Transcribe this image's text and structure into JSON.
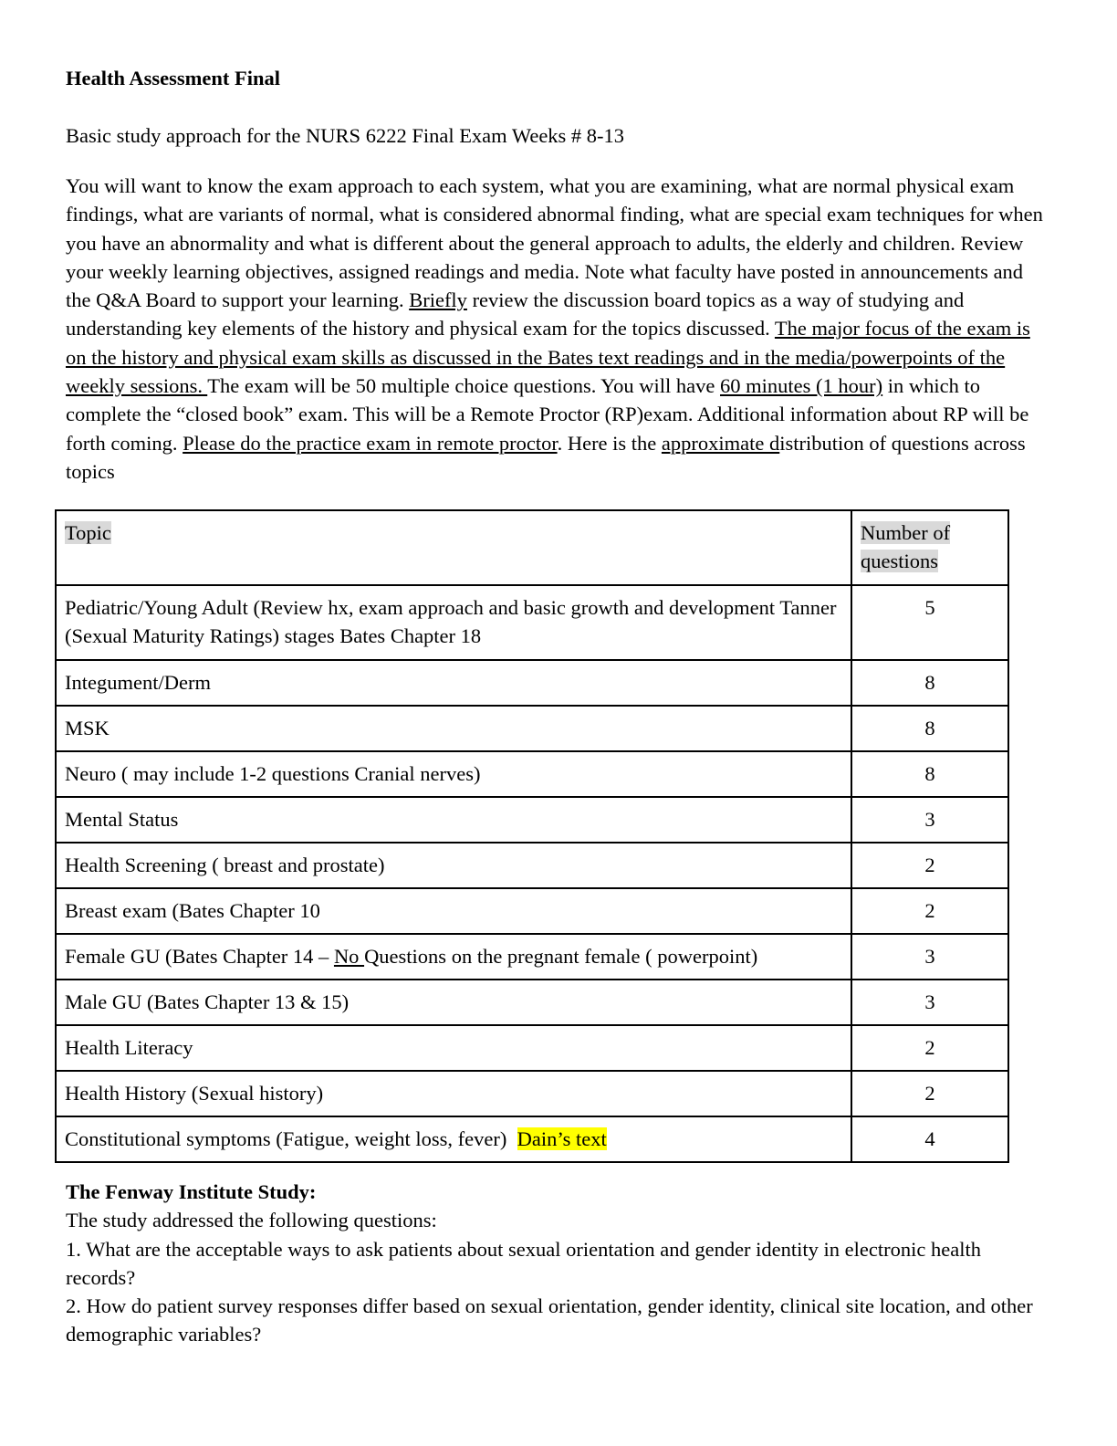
{
  "document": {
    "title": "Health Assessment Final",
    "subtitle": "Basic study approach for the NURS 6222 Final Exam Weeks # 8-13",
    "intro": {
      "p1": "You will want to know the exam approach to each system, what you are examining, what are normal physical exam findings, what are variants of normal, what is considered abnormal finding, what are special exam techniques for when you have an abnormality and what is different about the general approach to adults, the elderly and children. Review your weekly learning objectives, assigned readings and media. Note what faculty have posted in announcements and the Q&A Board to support your learning. ",
      "briefly": "Briefly",
      "p2": " review the discussion board topics as a way of studying and understanding key elements of the history and physical exam for the topics discussed. ",
      "major_focus": "The major focus of the exam is on the history and physical exam skills as discussed in the Bates text readings  and in the media/powerpoints of the weekly sessions. ",
      "p3": "The exam will be 50 multiple choice questions.  You will have ",
      "time": "60 minutes (1 hour)",
      "p4": " in which to complete the “closed book” exam.  This will be a Remote Proctor (RP)exam. Additional information about RP will be forth coming.  ",
      "practice": "Please do the practice exam in remote proctor",
      "p5": ". Here is the ",
      "approx": "approximate d",
      "p6": "istribution of questions across topics"
    },
    "table": {
      "header": {
        "topic": "Topic",
        "count": "Number of questions"
      },
      "rows": [
        {
          "topic": "Pediatric/Young Adult (Review hx, exam approach and basic growth and development Tanner (Sexual Maturity Ratings) stages Bates Chapter 18",
          "count": "5"
        },
        {
          "topic": "Integument/Derm",
          "count": "8"
        },
        {
          "topic": "MSK",
          "count": "8"
        },
        {
          "topic": "Neuro ( may include 1-2 questions Cranial nerves)",
          "count": "8"
        },
        {
          "topic": "Mental Status",
          "count": "3"
        },
        {
          "topic": "Health Screening ( breast and prostate)",
          "count": "2"
        },
        {
          "topic": "Breast exam   (Bates Chapter 10",
          "count": "2"
        },
        {
          "topic_pre": "Female GU  (Bates Chapter 14 – ",
          "topic_no": "No ",
          "topic_post": " Questions on the pregnant female ( powerpoint)",
          "count": "3"
        },
        {
          "topic": "Male GU (Bates Chapter 13 & 15)",
          "count": "3"
        },
        {
          "topic": "Health Literacy",
          "count": "2"
        },
        {
          "topic": "Health History (Sexual history)",
          "count": "2"
        },
        {
          "topic": "Constitutional symptoms (Fatigue, weight loss, fever)  ",
          "highlight": "Dain’s text",
          "count": "4"
        }
      ]
    },
    "fenway": {
      "title": "The Fenway Institute Study:",
      "lead": "The study addressed the following questions:",
      "q1": "1. What are the acceptable ways to ask patients about sexual orientation and gender identity in electronic health records?",
      "q2": "2. How do patient survey responses differ based on sexual orientation, gender identity, clinical site location, and other demographic variables?"
    },
    "colors": {
      "highlight": "#ffff00",
      "header_shade": "#d9d9d9"
    }
  }
}
